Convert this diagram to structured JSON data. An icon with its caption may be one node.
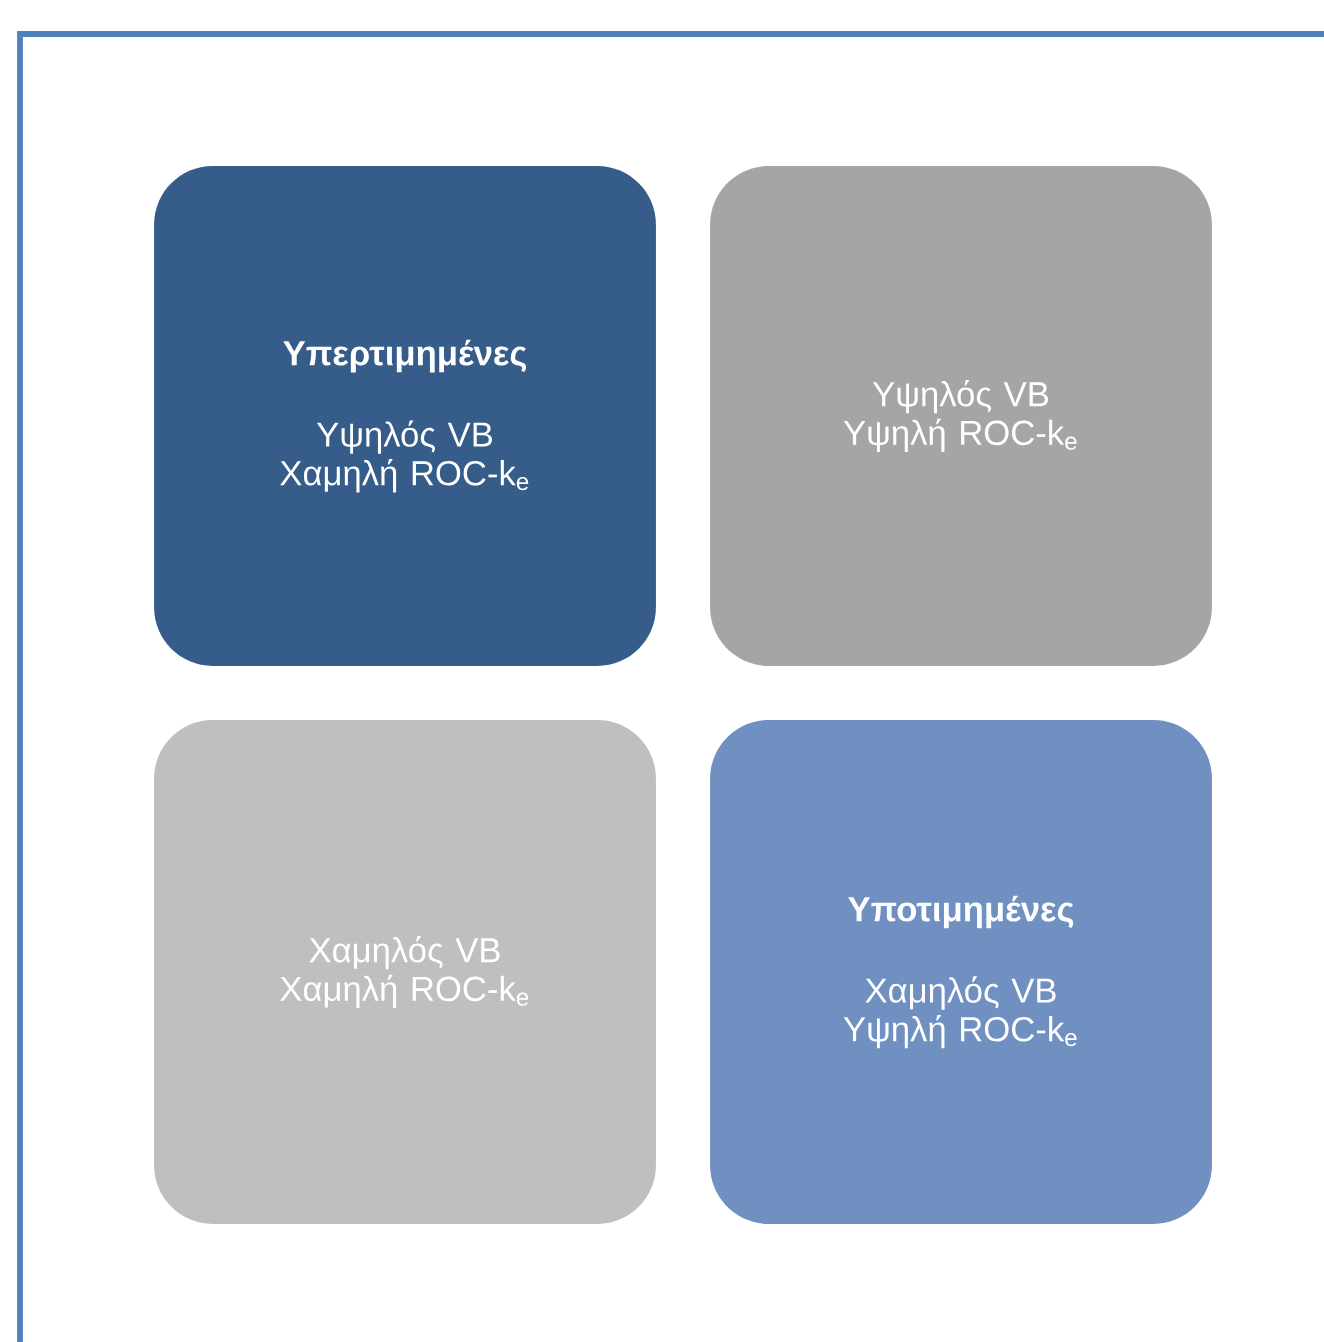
{
  "diagram": {
    "nodes": [
      {
        "text": [
          "Υπερτιμημένες",
          "Υψηλός VB Χαμηλή ROC-k$_{e}$"
        ]
      },
      {
        "text": [
          "Υψηλός VB Υψηλή ROC-k$_{e}$"
        ]
      },
      {
        "text": [
          "Χαμηλός VB Χαμηλή ROC-k$_{e}$"
        ]
      },
      {
        "text": [
          "Υποτιμημένες",
          "Χαμηλός VB Υψηλή ROC-k$_{e}$"
        ]
      }
    ]
  }
}
